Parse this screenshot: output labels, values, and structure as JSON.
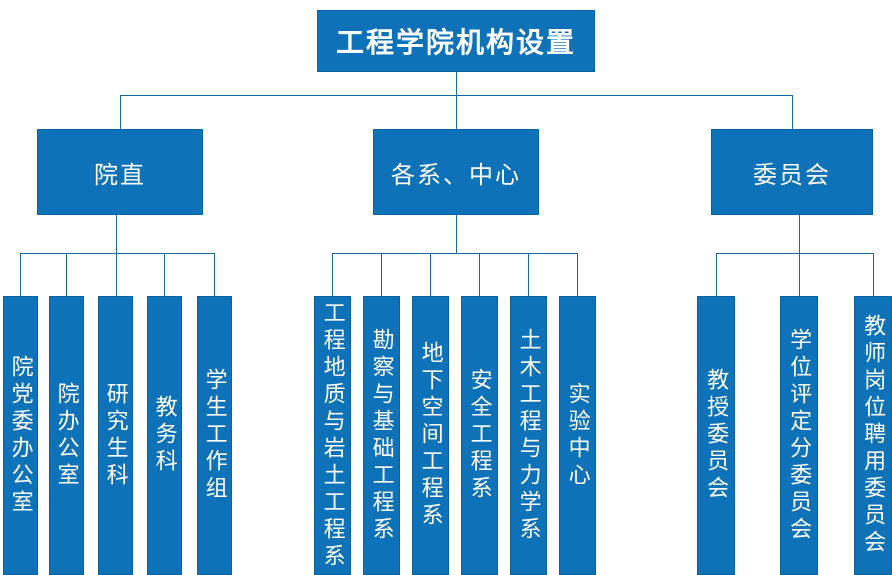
{
  "colors": {
    "box_fill": "#0e72b8",
    "box_border": "#0b62a2",
    "connector_line": "#17699e",
    "text": "#ffffff",
    "background": "#ffffff"
  },
  "chart_data": {
    "type": "org-tree",
    "title": "工程学院机构设置",
    "groups": [
      {
        "label": "院直",
        "children": [
          "院党委办公室",
          "院办公室",
          "研究生科",
          "教务科",
          "学生工作组"
        ]
      },
      {
        "label": "各系、中心",
        "children": [
          "工程地质与岩土工程系",
          "勘察与基础工程系",
          "地下空间工程系",
          "安全工程系",
          "土木工程与力学系",
          "实验中心"
        ]
      },
      {
        "label": "委员会",
        "children": [
          "教授委员会",
          "学位评定分委员会",
          "教师岗位聘用委员会"
        ]
      }
    ]
  }
}
